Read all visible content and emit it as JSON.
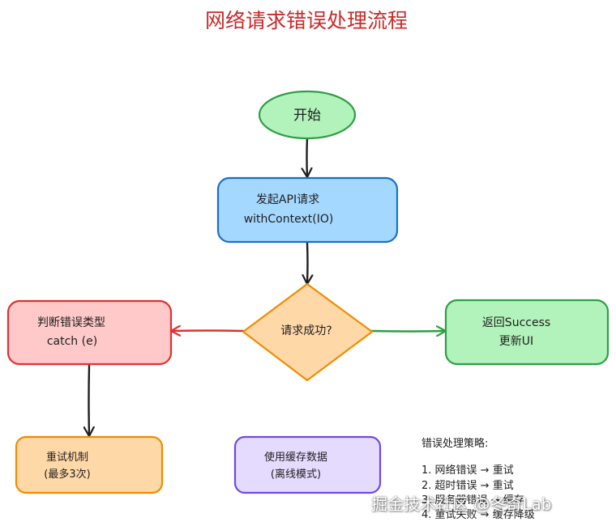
{
  "title": "网络请求错误处理流程",
  "nodes": {
    "start": {
      "lines": [
        "开始"
      ],
      "fill": "#b2f2bb",
      "stroke": "#2f9e44"
    },
    "request": {
      "lines": [
        "发起API请求",
        "withContext(IO)"
      ],
      "fill": "#a5d8ff",
      "stroke": "#1971c2"
    },
    "decision": {
      "lines": [
        "请求成功?"
      ],
      "fill": "#ffd8a8",
      "stroke": "#f08c00"
    },
    "error_type": {
      "lines": [
        "判断错误类型",
        "catch (e)"
      ],
      "fill": "#ffc9c9",
      "stroke": "#e03131"
    },
    "success": {
      "lines": [
        "返回Success",
        "更新UI"
      ],
      "fill": "#b2f2bb",
      "stroke": "#2f9e44"
    },
    "retry": {
      "lines": [
        "重试机制",
        "(最多3次)"
      ],
      "fill": "#ffd8a8",
      "stroke": "#f08c00"
    },
    "cache": {
      "lines": [
        "使用缓存数据",
        "(离线模式)"
      ],
      "fill": "#e5dbff",
      "stroke": "#7048e8"
    }
  },
  "colors": {
    "title": "#c92a2a",
    "arrow_default": "#1e1e1e",
    "arrow_error": "#e03131",
    "arrow_success": "#2f9e44"
  },
  "notes": {
    "heading": "错误处理策略:",
    "items": [
      "1. 网络错误 → 重试",
      "2. 超时错误 → 重试",
      "3. 服务器错误 → 缓存",
      "4. 重试失败 → 缓存降级"
    ]
  },
  "watermark": "掘金技术社区 @冬奇Lab"
}
